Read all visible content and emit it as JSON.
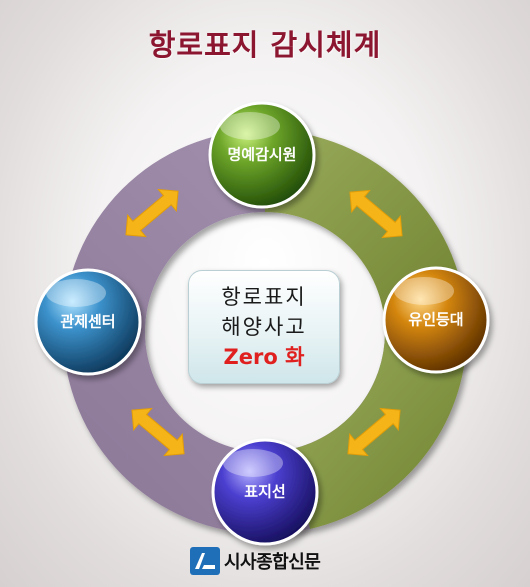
{
  "title": "항로표지 감시체계",
  "center": {
    "line1": "항로표지",
    "line2": "해양사고",
    "line3": "Zero 화"
  },
  "nodes": {
    "top": "명예감시원",
    "right": "유인등대",
    "bottom": "표지선",
    "left": "관제센터"
  },
  "colors": {
    "title": "#8c1530",
    "ring_green": "#8fa052",
    "ring_purple": "#9c8aa8",
    "arrow": "#f5b418",
    "node_top": "#4f8a12",
    "node_right": "#b86a0a",
    "node_bottom": "#3a2fb0",
    "node_left": "#2f7fb8",
    "center_accent": "#e0201e"
  },
  "logo": {
    "text": "시사종합신문",
    "icon": "news-logo-icon"
  }
}
